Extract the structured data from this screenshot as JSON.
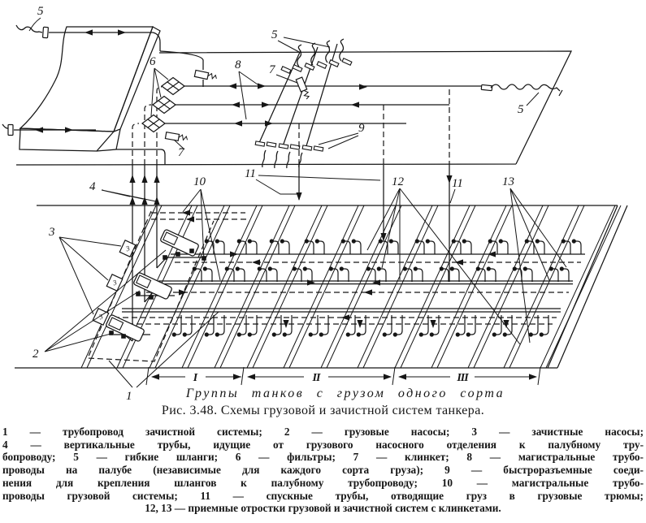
{
  "figure": {
    "callout_labels": {
      "n1": "1",
      "n2": "2",
      "n3": "3",
      "n4": "4",
      "n5": "5",
      "n6": "6",
      "n7": "7",
      "n8": "8",
      "n9": "9",
      "n10": "10",
      "n11": "11",
      "n12": "12",
      "n13": "13"
    },
    "pump_glyph": "3",
    "tank_groups": {
      "g1": "I",
      "g2": "II",
      "g3": "III"
    },
    "groups_caption": "Группы танков с грузом одного сорта"
  },
  "caption": "Рис. 3.48. Схемы грузовой и зачистной систем танкера.",
  "legend": {
    "lines": [
      "1 — трубопровод зачистной системы; 2 — грузовые насосы; 3 — зачистные насосы;",
      "4 — вертикальные трубы, идущие от грузового насосного отделения к палубному тру-",
      "бопроводу; 5 — гибкие шланги; 6 — фильтры; 7 — клинкет; 8 — магистральные трубо-",
      "проводы на палубе (независимые для каждого сорта груза); 9 — быстроразъемные соеди-",
      "нения для крепления шлангов к палубному трубопроводу; 10 — магистральные трубо-",
      "проводы грузовой системы; 11 — спускные трубы, отводящие груз в грузовые трюмы;",
      "12, 13 — приемные отростки грузовой и зачистной систем с клинкетами."
    ]
  },
  "colors": {
    "ink": "#161616",
    "paper": "#ffffff"
  }
}
